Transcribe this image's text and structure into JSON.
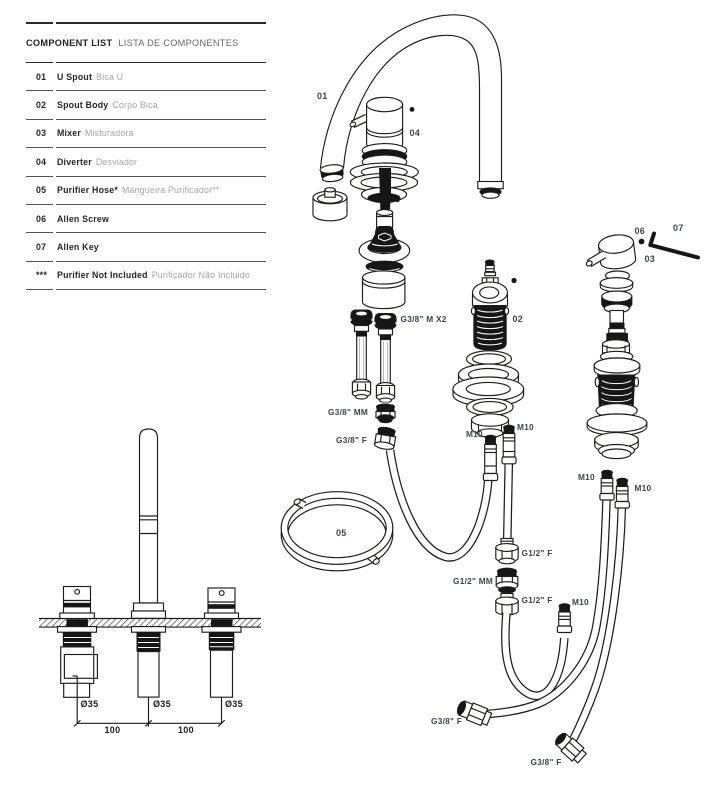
{
  "component_list": {
    "title_en": "COMPONENT LIST",
    "title_pt": "LISTA DE COMPONENTES",
    "rows": [
      {
        "num": "01",
        "en": "U Spout",
        "pt": "Bica U"
      },
      {
        "num": "02",
        "en": "Spout Body",
        "pt": "Corpo Bica"
      },
      {
        "num": "03",
        "en": "Mixer",
        "pt": "Misturadora"
      },
      {
        "num": "04",
        "en": "Diverter",
        "pt": "Desviador"
      },
      {
        "num": "05",
        "en": "Purifier Hose*",
        "pt": "Mangueira Purificador**"
      },
      {
        "num": "06",
        "en": "Allen Screw",
        "pt": ""
      },
      {
        "num": "07",
        "en": "Allen Key",
        "pt": ""
      },
      {
        "num": "***",
        "en": "Purifier Not Included",
        "pt": "Purificador Não Incluido"
      }
    ]
  },
  "callouts": {
    "u_spout": "01",
    "spout_body": "02",
    "mixer": "03",
    "diverter": "04",
    "purifier_hose": "05",
    "allen_screw": "06",
    "allen_key": "07"
  },
  "fittings": {
    "g38_m_x2": "G3/8\" M X2",
    "g38_mm": "G3/8\" MM",
    "g38_f_top": "G3/8\" F",
    "m10_body_left": "M10",
    "m10_body_right": "M10",
    "g12_f_upper": "G1/2\" F",
    "g12_mm": "G1/2\" MM",
    "g12_f_lower": "G1/2\" F",
    "m10_center": "M10",
    "m10_mixer_left": "M10",
    "m10_mixer_right": "M10",
    "g38_f_bottom_left": "G3/8\" F",
    "g38_f_bottom_right": "G3/8\" F"
  },
  "dimensions": {
    "dia_left": "Ø35",
    "dia_center": "Ø35",
    "dia_right": "Ø35",
    "dist_left": "100",
    "dist_right": "100"
  }
}
